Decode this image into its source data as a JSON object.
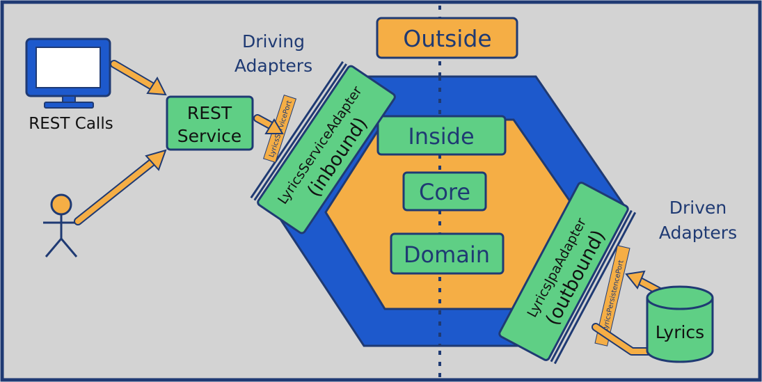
{
  "colors": {
    "background": "#d3d3d3",
    "frame": "#1f3a73",
    "hexagon_outer": "#1d59cc",
    "hexagon_inner": "#f5ae45",
    "box_green": "#5fcf85",
    "port_label": "#f5ae45",
    "arrow": "#f5ae45",
    "text_dark": "#1f3a73",
    "text_black": "#111111"
  },
  "zones": {
    "outside": "Outside",
    "inside": "Inside",
    "core": "Core",
    "domain": "Domain"
  },
  "sections": {
    "driving_line1": "Driving",
    "driving_line2": "Adapters",
    "driven_line1": "Driven",
    "driven_line2": "Adapters"
  },
  "clients": {
    "rest_calls": "REST Calls",
    "monitor_icon": "monitor-icon",
    "user_icon": "user-icon",
    "database_icon": "database-icon"
  },
  "rest_service": {
    "line1": "REST",
    "line2": "Service"
  },
  "inbound_adapter": {
    "name": "LyricsServiceAdapter",
    "direction": "(inbound)",
    "port": "LyricsServicePort"
  },
  "outbound_adapter": {
    "name": "LyricsJpaAdapter",
    "direction": "(outbound)",
    "port": "LyricsPersistencePort"
  },
  "database": {
    "label": "Lyrics"
  }
}
